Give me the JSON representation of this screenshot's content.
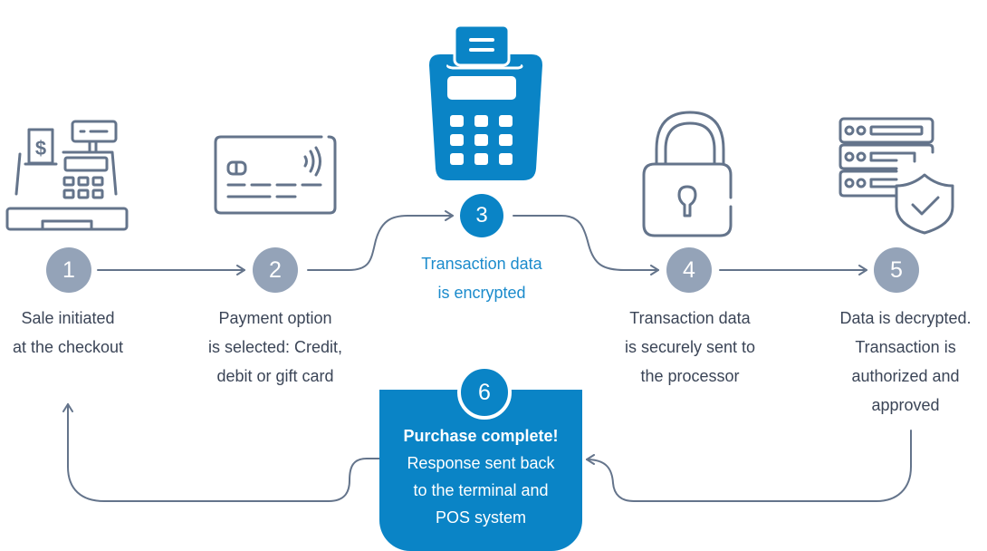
{
  "colors": {
    "accent": "#0a84c6",
    "badge_inactive": "#94a3b8",
    "icon_stroke": "#64748b",
    "connector": "#64748b",
    "text": "#3b4557",
    "active_text": "#1b8bcc",
    "background": "#ffffff"
  },
  "steps": [
    {
      "number": "1",
      "icon": "cash-register-icon",
      "label": "Sale initiated\nat the checkout",
      "active": false
    },
    {
      "number": "2",
      "icon": "credit-card-contactless-icon",
      "label": "Payment option\nis selected: Credit,\ndebit or gift card",
      "active": false
    },
    {
      "number": "3",
      "icon": "payment-terminal-icon",
      "label": "Transaction data\nis encrypted",
      "active": true
    },
    {
      "number": "4",
      "icon": "padlock-icon",
      "label": "Transaction data\nis securely sent to\nthe processor",
      "active": false
    },
    {
      "number": "5",
      "icon": "server-shield-check-icon",
      "label": "Data is decrypted.\nTransaction is\nauthorized and\napproved",
      "active": false
    }
  ],
  "final_step": {
    "number": "6",
    "title": "Purchase complete!",
    "lines": [
      "Response sent back",
      "to the terminal and",
      "POS system"
    ]
  }
}
